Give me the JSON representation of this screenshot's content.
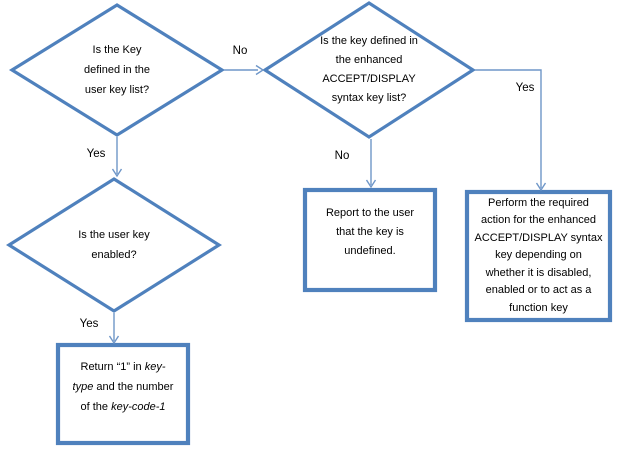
{
  "colors": {
    "shape_stroke": "#4F81BD",
    "connector": "#6E96C8",
    "text": "#000000",
    "background": "#FFFFFF"
  },
  "nodes": {
    "decision_user_key_list": {
      "type": "decision",
      "lines": [
        "Is the Key",
        "defined in the",
        "user key list?"
      ]
    },
    "decision_enhanced_list": {
      "type": "decision",
      "lines": [
        "Is the key defined in",
        "the enhanced",
        "ACCEPT/DISPLAY",
        "syntax key list?"
      ]
    },
    "decision_user_key_enabled": {
      "type": "decision",
      "lines": [
        "Is the user key",
        "enabled?"
      ]
    },
    "process_report_undefined": {
      "type": "process",
      "lines": [
        "Report to the user",
        "that the key is",
        "undefined."
      ]
    },
    "process_perform_action": {
      "type": "process",
      "lines": [
        "Perform the required",
        "action for the enhanced",
        "ACCEPT/DISPLAY syntax",
        "key depending on",
        "whether it is disabled,",
        "enabled or to act as a",
        "function key"
      ]
    },
    "process_return_key_type": {
      "type": "process",
      "rich_lines": [
        [
          {
            "t": "Return “1” in ",
            "i": false
          },
          {
            "t": "key-",
            "i": true
          }
        ],
        [
          {
            "t": "type",
            "i": true
          },
          {
            "t": " and the number",
            "i": false
          }
        ],
        [
          {
            "t": "of the ",
            "i": false
          },
          {
            "t": "key-code-1",
            "i": true
          }
        ]
      ]
    }
  },
  "edge_labels": {
    "no_to_enhanced": "No",
    "yes_to_enabled": "Yes",
    "no_to_report": "No",
    "yes_to_return": "Yes",
    "yes_to_perform": "Yes"
  }
}
